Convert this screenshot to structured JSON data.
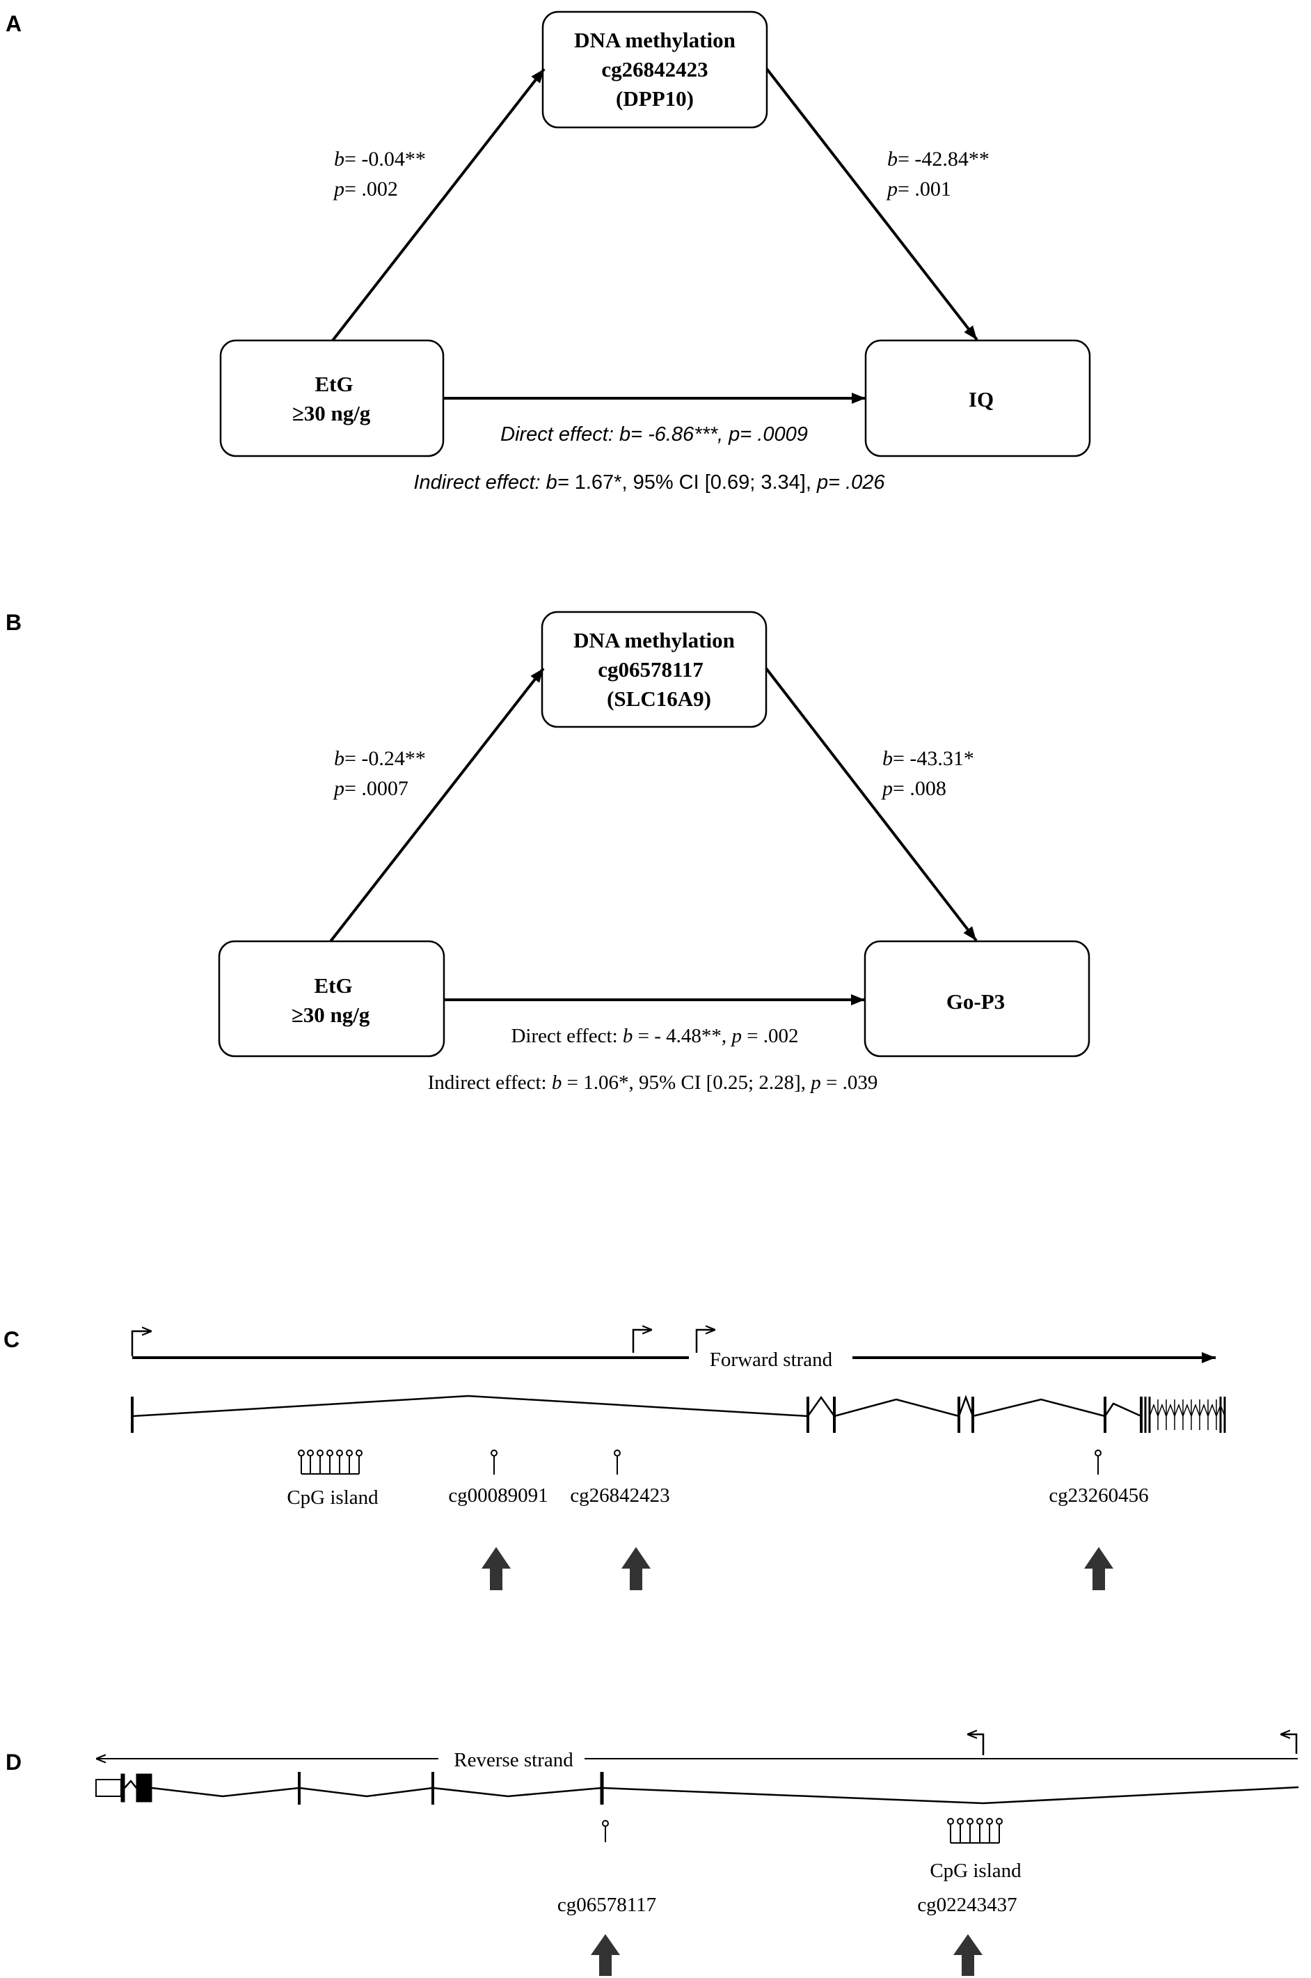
{
  "panel_a": {
    "label": "A",
    "mediator": {
      "line1": "DNA methylation",
      "line2": "cg26842423",
      "line3": "(DPP10)"
    },
    "predictor": {
      "line1": "EtG",
      "line2": "≥30 ng/g"
    },
    "outcome": {
      "line1": "IQ"
    },
    "path_a": {
      "b_sym": "b",
      "b_val": "= -0.04**",
      "p_sym": "p",
      "p_val": "= .002"
    },
    "path_b": {
      "b_sym": "b",
      "b_val": "= -42.84**",
      "p_sym": "p",
      "p_val": "= .001"
    },
    "direct": {
      "text": "Direct effect: b= -6.86***, p= .0009"
    },
    "indirect": {
      "prefix": "Indirect effect: b=",
      "middle": " 1.67*, 95% CI [0.69; 3.34], ",
      "p_label": "p= .026"
    }
  },
  "panel_b": {
    "label": "B",
    "mediator": {
      "line1": "DNA methylation",
      "line2": "cg06578117",
      "line3": "(SLC16A9)"
    },
    "predictor": {
      "line1": "EtG",
      "line2": "≥30 ng/g"
    },
    "outcome": {
      "line1": "Go-P3"
    },
    "path_a": {
      "b_sym": "b",
      "b_val": "= -0.24**",
      "p_sym": "p",
      "p_val": "= .0007"
    },
    "path_b": {
      "b_sym": "b",
      "b_val": "= -43.31*",
      "p_sym": "p",
      "p_val": "= .008"
    },
    "direct": {
      "prefix": "Direct effect:",
      "b_sym": "b",
      "b_val": " = - 4.48**, ",
      "p_sym": "p",
      "p_val": " = .002"
    },
    "indirect": {
      "prefix": "Indirect effect:",
      "b_sym": "b",
      "b_val": " = 1.06*, 95% CI [0.25; 2.28], ",
      "p_sym": "p",
      "p_val": " = .039"
    }
  },
  "panel_c": {
    "label": "C",
    "strand": "Forward strand",
    "cpg_island": "CpG island",
    "probes": [
      "cg00089091",
      "cg26842423",
      "cg23260456"
    ]
  },
  "panel_d": {
    "label": "D",
    "strand": "Reverse strand",
    "cpg_island": "CpG island",
    "probes": [
      "cg06578117",
      "cg02243437"
    ]
  },
  "colors": {
    "ink": "#000000",
    "arrow_fill": "#333333"
  }
}
